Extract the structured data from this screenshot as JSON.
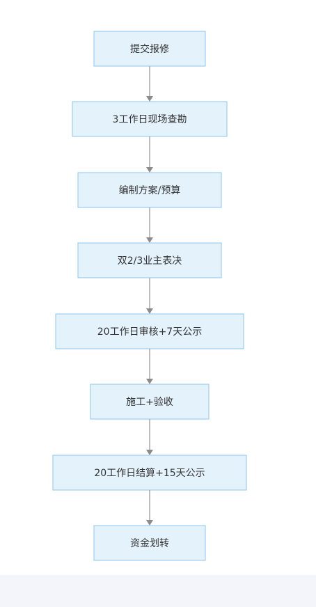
{
  "flowchart": {
    "steps": [
      {
        "id": "submit-repair",
        "label": "提交报修"
      },
      {
        "id": "site-survey",
        "label": "3工作日现场查勘"
      },
      {
        "id": "plan-budget",
        "label": "编制方案/预算"
      },
      {
        "id": "owner-vote",
        "label": "双2/3业主表决"
      },
      {
        "id": "review-publicity",
        "label": "20工作日审核+7天公示"
      },
      {
        "id": "construction-acceptance",
        "label": "施工+验收"
      },
      {
        "id": "settlement-publicity",
        "label": "20工作日结算+15天公示"
      },
      {
        "id": "fund-transfer",
        "label": "资金划转"
      }
    ]
  },
  "colors": {
    "node_fill": "#e4f2fc",
    "node_border": "#8ec6ec",
    "arrow": "#9a9a9a",
    "text": "#333333",
    "footer_band": "#f3f5fa"
  }
}
